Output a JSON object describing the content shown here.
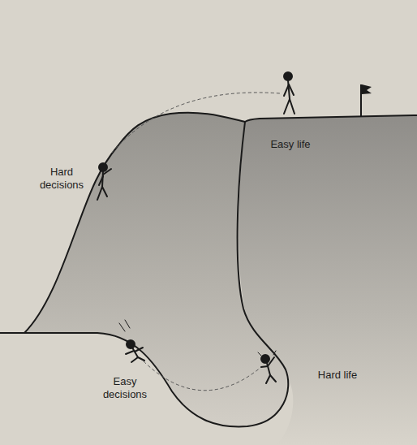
{
  "diagram": {
    "labels": [
      "Easy life",
      "Hard decisions",
      "Easy decisions",
      "Hard life"
    ]
  }
}
